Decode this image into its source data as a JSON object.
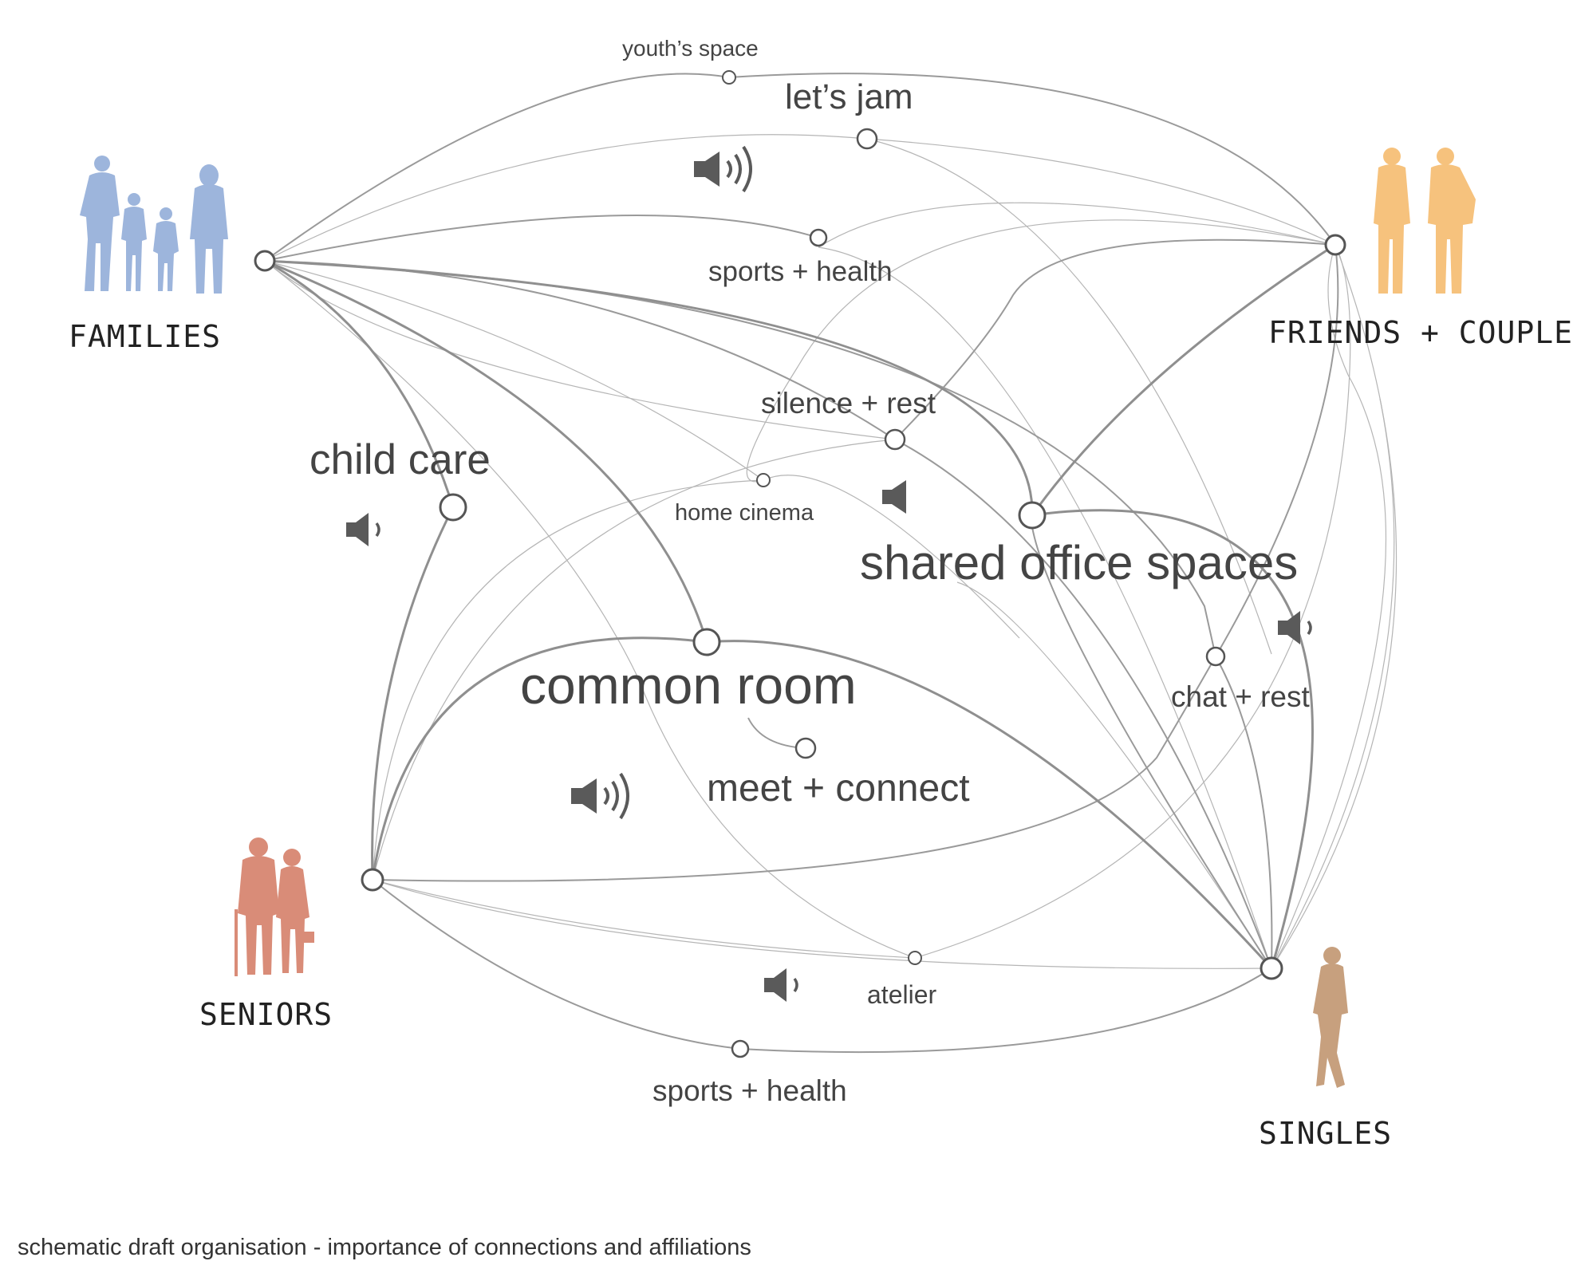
{
  "groups": {
    "families": "FAMILIES",
    "friends": "FRIENDS + COUPLE",
    "seniors": "SENIORS",
    "singles": "SINGLES"
  },
  "spaces": {
    "youths_space": "youth’s space",
    "lets_jam": "let’s jam",
    "sports_health_top": "sports + health",
    "silence_rest": "silence + rest",
    "home_cinema": "home cinema",
    "child_care": "child care",
    "shared_office": "shared office spaces",
    "common_room": "common room",
    "meet_connect": "meet + connect",
    "chat_rest": "chat + rest",
    "atelier": "atelier",
    "sports_health_bottom": "sports + health"
  },
  "caption": "schematic draft organisation - importance of connections and affiliations",
  "colors": {
    "families": "#9db5dc",
    "friends": "#f6c27d",
    "seniors": "#d98c78",
    "singles": "#c7a07e",
    "line": "#999999",
    "speaker": "#555555"
  },
  "icons": [
    "speaker-icon",
    "person-silhouette-icon"
  ]
}
